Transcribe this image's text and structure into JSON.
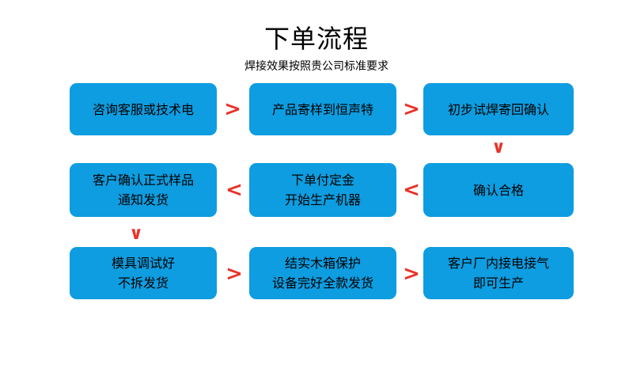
{
  "header": {
    "title": "下单流程",
    "subtitle": "焊接效果按照贵公司标准要求"
  },
  "colors": {
    "box_fill": "#0D9DE0",
    "arrow": "#E8322A",
    "text": "#000000",
    "background": "#FFFFFF"
  },
  "flow": {
    "rows": [
      {
        "direction": "right",
        "boxes": [
          {
            "lines": [
              "咨询客服或技术电"
            ]
          },
          {
            "lines": [
              "产品寄样到恒声特"
            ]
          },
          {
            "lines": [
              "初步试焊寄回确认"
            ]
          }
        ],
        "connectors": [
          ">",
          ">"
        ]
      },
      {
        "direction": "left",
        "boxes": [
          {
            "lines": [
              "客户确认正式样品",
              "通知发货"
            ]
          },
          {
            "lines": [
              "下单付定金",
              "开始生产机器"
            ]
          },
          {
            "lines": [
              "确认合格"
            ]
          }
        ],
        "connectors": [
          "<",
          "<"
        ]
      },
      {
        "direction": "right",
        "boxes": [
          {
            "lines": [
              "模具调试好",
              "不拆发货"
            ]
          },
          {
            "lines": [
              "结实木箱保护",
              "设备完好全款发货"
            ]
          },
          {
            "lines": [
              "客户厂内接电接气",
              "即可生产"
            ]
          }
        ],
        "connectors": [
          ">",
          ">"
        ]
      }
    ],
    "vertical_connectors": [
      {
        "glyph": "∨",
        "position": "right-column-row1-to-row2"
      },
      {
        "glyph": "∨",
        "position": "left-column-row2-to-row3"
      }
    ]
  }
}
